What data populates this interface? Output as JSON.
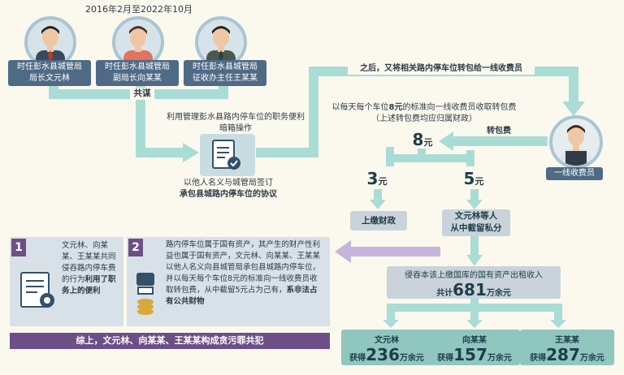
{
  "date_range": "2016年2月至2022年10月",
  "officials": [
    {
      "line1": "时任彭水县城管局",
      "line2": "局长文元林"
    },
    {
      "line1": "时任彭水县城管局",
      "line2": "副局长向某某"
    },
    {
      "line1": "时任彭水县城管局",
      "line2": "征收办主任王某某"
    }
  ],
  "conspire": "共谋",
  "abuse_line1": "利用管理彭水县路内停车位的职务便利",
  "abuse_line2": "暗箱操作",
  "contract_line1": "以他人名义与城管局签订",
  "contract_line2": "承包县城路内停车位的协议",
  "transfer_note": "之后，又将相关路内停车位转包给一线收费员",
  "fee_note_line1_a": "以每天每个车位",
  "fee_note_line1_b": "8元",
  "fee_note_line1_c": "的标准向一线收费员收取转包费",
  "fee_note_line2": "（上述转包费均应归属财政）",
  "fee_arrow_label": "转包费",
  "collector_label": "一线收费员",
  "total_fee": {
    "num": "8",
    "unit": "元"
  },
  "to_finance": {
    "num": "3",
    "unit": "元"
  },
  "kept": {
    "num": "5",
    "unit": "元"
  },
  "finance_label": "上缴财政",
  "kept_label_line1": "文元林等人",
  "kept_label_line2": "从中截留私分",
  "reason1": {
    "num": "1",
    "text": "文元林、向某某、王某某共同侵吞路内停车费的行为",
    "text_bold": "利用了职务上的便利"
  },
  "reason2": {
    "num": "2",
    "text": "路内停车位属于国有资产，其产生的财产性利益也属于国有资产，文元林、向某某、王某某以他人名义向县城管局承包县城路内停车位，并以每天每个车位8元的标准向一线收费员收取转包费，从中截留5元占为己有，",
    "text_bold": "系非法占有公共财物"
  },
  "conclusion": "综上，文元林、向某某、王某某构成贪污罪共犯",
  "embezzled_line1": "侵吞本该上缴国库的国有资产出租收入",
  "embezzled_pre": "共计",
  "embezzled_num": "681",
  "embezzled_unit": "万余元",
  "gains": [
    {
      "name": "文元林",
      "pre": "获得",
      "num": "236",
      "unit": "万余元"
    },
    {
      "name": "向某某",
      "pre": "获得",
      "num": "157",
      "unit": "万余元"
    },
    {
      "name": "王某某",
      "pre": "获得",
      "num": "287",
      "unit": "万余元"
    }
  ],
  "colors": {
    "flow_arrow": "#a9dcd5",
    "dark": "#4f6a85",
    "teal": "#8fc6bd",
    "purple": "#c7b4dc",
    "gray": "#c9d3d9",
    "bg": "#fbf9ee"
  }
}
